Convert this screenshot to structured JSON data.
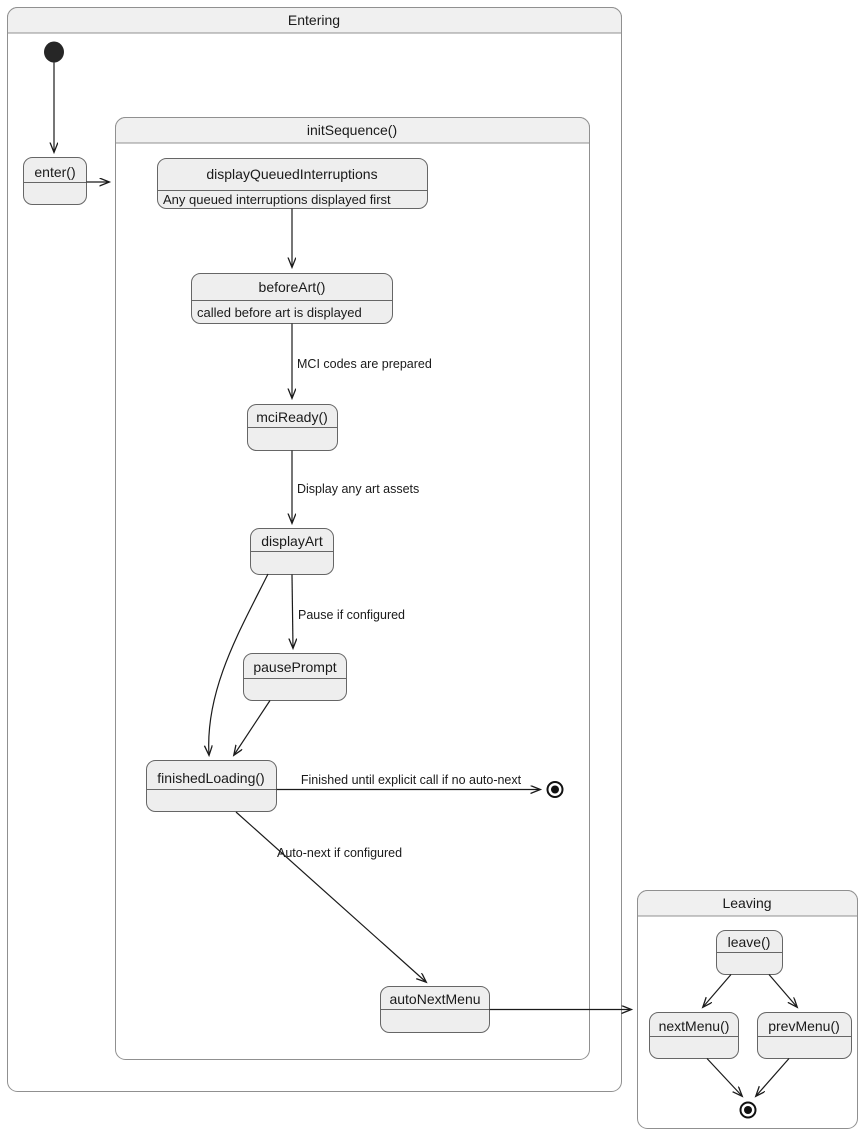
{
  "diagram": {
    "type": "uml-state-machine",
    "composites": [
      {
        "id": "entering",
        "title": "Entering"
      },
      {
        "id": "initsequence",
        "title": "initSequence()"
      },
      {
        "id": "leaving",
        "title": "Leaving"
      }
    ],
    "states": [
      {
        "id": "enter",
        "title": "enter()",
        "body": ""
      },
      {
        "id": "dqi",
        "title": "displayQueuedInterruptions",
        "body": "Any queued interruptions displayed first"
      },
      {
        "id": "beforeart",
        "title": "beforeArt()",
        "body": "called before art is displayed"
      },
      {
        "id": "mciready",
        "title": "mciReady()",
        "body": ""
      },
      {
        "id": "displayart",
        "title": "displayArt",
        "body": ""
      },
      {
        "id": "pauseprompt",
        "title": "pausePrompt",
        "body": ""
      },
      {
        "id": "finished",
        "title": "finishedLoading()",
        "body": ""
      },
      {
        "id": "autonext",
        "title": "autoNextMenu",
        "body": ""
      },
      {
        "id": "leave",
        "title": "leave()",
        "body": ""
      },
      {
        "id": "nextmenu",
        "title": "nextMenu()",
        "body": ""
      },
      {
        "id": "prevmenu",
        "title": "prevMenu()",
        "body": ""
      }
    ],
    "pseudostates": [
      {
        "id": "initial-entering",
        "kind": "initial-node"
      },
      {
        "id": "final-initsequence",
        "kind": "final-node"
      },
      {
        "id": "final-leaving",
        "kind": "final-node"
      }
    ],
    "transitions": [
      {
        "from": "initial-entering",
        "to": "enter",
        "label": ""
      },
      {
        "from": "enter",
        "to": "initsequence",
        "label": ""
      },
      {
        "from": "dqi",
        "to": "beforeart",
        "label": ""
      },
      {
        "from": "beforeart",
        "to": "mciready",
        "label": "MCI codes are prepared"
      },
      {
        "from": "mciready",
        "to": "displayart",
        "label": "Display any art assets"
      },
      {
        "from": "displayart",
        "to": "pauseprompt",
        "label": "Pause if configured"
      },
      {
        "from": "displayart",
        "to": "finished",
        "label": ""
      },
      {
        "from": "pauseprompt",
        "to": "finished",
        "label": ""
      },
      {
        "from": "finished",
        "to": "final-initsequence",
        "label": "Finished until explicit call if no auto-next"
      },
      {
        "from": "finished",
        "to": "autonext",
        "label": "Auto-next if configured"
      },
      {
        "from": "autonext",
        "to": "leaving",
        "label": ""
      },
      {
        "from": "leave",
        "to": "nextmenu",
        "label": ""
      },
      {
        "from": "leave",
        "to": "prevmenu",
        "label": ""
      },
      {
        "from": "nextmenu",
        "to": "final-leaving",
        "label": ""
      },
      {
        "from": "prevmenu",
        "to": "final-leaving",
        "label": ""
      }
    ],
    "colors": {
      "frame_fill": "#ffffff",
      "frame_header_fill": "#f0f0f0",
      "frame_stroke": "#909090",
      "state_fill": "#eeeeee",
      "state_stroke": "#666666",
      "edge_stroke": "#1a1a1a",
      "text": "#1a1a1a"
    }
  }
}
